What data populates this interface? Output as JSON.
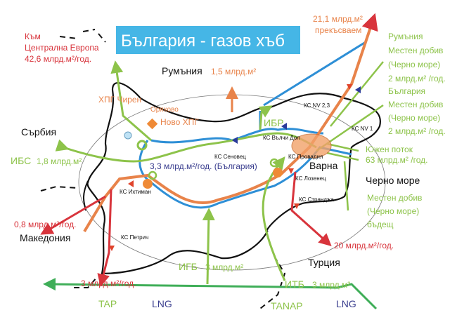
{
  "title": "България - газов хъб",
  "colors": {
    "title_bg": "#45b6e6",
    "red": "#d8343c",
    "orange": "#e8834a",
    "green": "#8dc34a",
    "blue": "#2e8fd6",
    "navy": "#3b3f8f",
    "border": "#111111"
  },
  "labels": {
    "to_central_europe": [
      "Към",
      "Централна Европа",
      "42,6 млрд.м²/год."
    ],
    "interruptible": [
      "21,1 млрд.м²",
      "прекъсваем"
    ],
    "romania_local": [
      "Румъния",
      "Местен добив",
      "(Черно море)",
      "2 млрд.м² /год."
    ],
    "bulgaria_local": [
      "България",
      "Местен добив",
      "(Черно море)",
      "2 млрд.м² /год."
    ],
    "south_stream": [
      "Южен поток",
      "63 млрд.м² /год."
    ],
    "black_sea": "Черно море",
    "future_local": [
      "Местен добив",
      "(Черно море)",
      "бъдещ"
    ],
    "romania": "Румъния",
    "romania_flow": "1,5 млрд.м²",
    "chiren": "ХПГ Чирен",
    "oryahovo": "Оряхово",
    "novo_hpg": "Ново ХПГ",
    "ibr": "ИБР",
    "ks_valchi_dol": "КС Вълчи Дол",
    "ks_senovets": "КС Сеновец",
    "ks_provadia": "КС Провадия",
    "ks_nv23": "КС NV 2,3",
    "ks_nv1": "КС NV 1",
    "serbia": "Сърбия",
    "ibs": "ИБС",
    "ibs_flow": "1,8 млрд.м²",
    "bulgaria_flow": "3,3 млрд.м²/год. (България)",
    "varna": "Варна",
    "ks_lozenets": "КС Лозенец",
    "ks_ihtiman": "КС Ихтиман",
    "ks_strandzha": "КС Странджа",
    "macedonia_flow": "0,8 млрд.м²/год.",
    "macedonia": "Македония",
    "ks_petrich": "КС Петрич",
    "turkey_flow": "20 млрд.м²/год.",
    "turkey": "Турция",
    "igb": "ИГБ",
    "igb_flow": "3 млрд.м²",
    "greece_flow": "3 млрд.м²/год.",
    "itb": "ИТБ",
    "itb_flow": "3 млрд.м²",
    "tap": "TAP",
    "lng_left": "LNG",
    "tanap": "TANAP",
    "lng_right": "LNG"
  }
}
